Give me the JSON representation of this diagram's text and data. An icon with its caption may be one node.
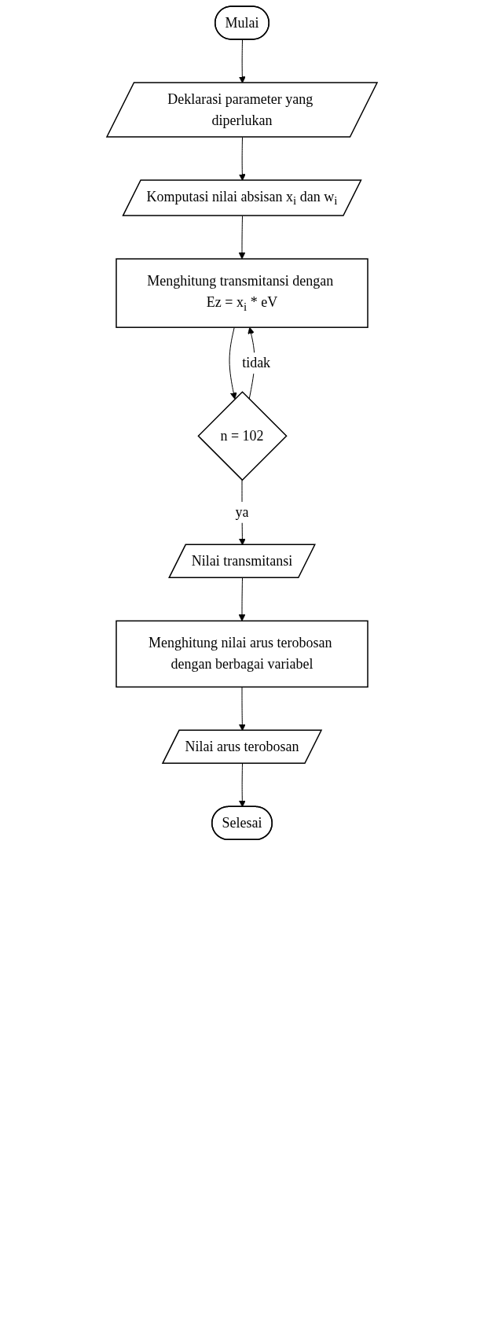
{
  "diagram": {
    "nodes": [
      {
        "text": [
          "Mulai"
        ]
      },
      {
        "text": [
          "Deklarasi parameter yang diperlukan"
        ]
      },
      {
        "text": [
          "Komputasi nilai absisan x$_{i}$ dan w$_{i}$"
        ]
      },
      {
        "text": [
          "Menghitung transmitansi dengan Ez = x$_{i}$ * eV"
        ]
      },
      {
        "text": [
          "n = 102"
        ]
      },
      {
        "text": [
          "Nilai transmitansi"
        ]
      },
      {
        "text": [
          "Menghitung nilai arus terobosan dengan berbagai variabel"
        ]
      },
      {
        "text": [
          "Nilai arus terobosan"
        ]
      },
      {
        "text": [
          "Selesai"
        ]
      }
    ],
    "edges": [
      {
        "from": 0,
        "to": 1,
        "arrow": "to"
      },
      {
        "from": 1,
        "to": 2,
        "arrow": "to"
      },
      {
        "from": 2,
        "to": 3,
        "arrow": "to"
      },
      {
        "from": 3,
        "to": 4,
        "arrow": "to"
      },
      {
        "from": 4,
        "to": 3,
        "label": "tidak",
        "arrow": "to"
      },
      {
        "from": 4,
        "to": 5,
        "label": "ya",
        "arrow": "to"
      },
      {
        "from": 5,
        "to": 6,
        "arrow": "to"
      },
      {
        "from": 6,
        "to": 7,
        "arrow": "to"
      },
      {
        "from": 7,
        "to": 8,
        "arrow": "to"
      }
    ]
  }
}
